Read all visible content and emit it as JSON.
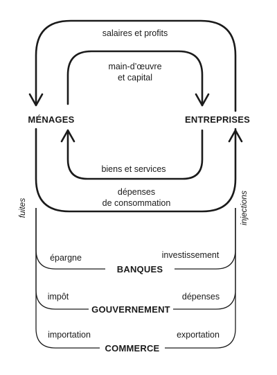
{
  "nodes": {
    "menages": "MÉNAGES",
    "entreprises": "ENTREPRISES"
  },
  "flows": {
    "salaires": "salaires et profits",
    "main_oeuvre_1": "main-d’œuvre",
    "main_oeuvre_2": "et capital",
    "biens": "biens et services",
    "depenses_1": "dépenses",
    "depenses_2": "de consommation"
  },
  "sides": {
    "left": "fuites",
    "right": "injections"
  },
  "sectors": [
    {
      "name": "BANQUES",
      "leak": "épargne",
      "injection": "investissement"
    },
    {
      "name": "GOUVERNEMENT",
      "leak": "impôt",
      "injection": "dépenses"
    },
    {
      "name": "COMMERCE",
      "leak": "importation",
      "injection": "exportation"
    }
  ]
}
